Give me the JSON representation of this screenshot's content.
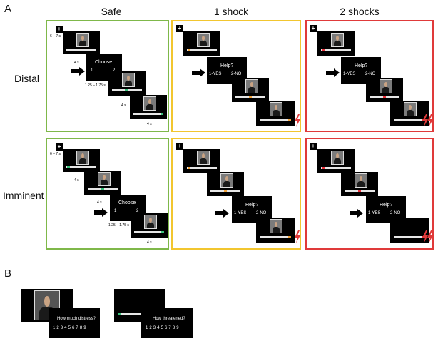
{
  "panel_a": {
    "label": "A",
    "columns": [
      "Safe",
      "1 shock",
      "2 shocks"
    ],
    "rows": [
      "Distal",
      "Imminent"
    ],
    "fixation": "+",
    "iti": "6 – 7 s",
    "dur_4s": "4 s",
    "choose": "Choose",
    "opt1": "1",
    "opt2": "2",
    "choose_dur": "1.25 – 1.75 s",
    "help": "Help?",
    "yes": "1-YES",
    "no": "2-NO"
  },
  "panel_b": {
    "label": "B",
    "distress_q": "How much distress?",
    "threat_q": "How threatened?",
    "scale": "1 2 3 4 5 6 7 8 9"
  },
  "colors": {
    "safe": "#7fb84a",
    "one_shock": "#f2c62f",
    "two_shocks": "#e03a3a",
    "safe_dot": "#39c27a",
    "shock_dot": "#e8313a",
    "yellow_dot": "#f2a33a"
  },
  "icons": [
    "right-arrow-icon",
    "lightning-bolt-icon",
    "fixation-cross-icon"
  ]
}
